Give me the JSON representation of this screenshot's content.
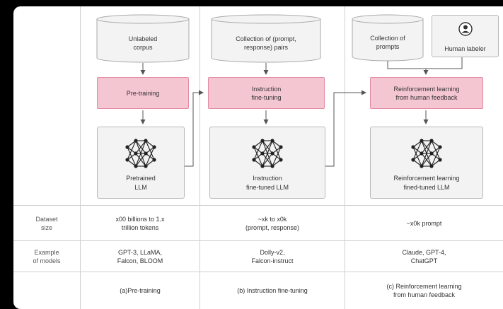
{
  "columns": [
    {
      "source": "Unlabeled\ncorpus",
      "process": "Pre-training",
      "model": "Pretrained\nLLM",
      "dataset_size": "x00 billions to 1.x\ntrillion tokens",
      "examples": "GPT-3, LLaMA,\nFalcon, BLOOM",
      "caption": "(a)Pre-training"
    },
    {
      "source": "Collection of (prompt,\nresponse) pairs",
      "process": "Instruction\nfine-tuning",
      "model": "Instruction\nfine-tuned LLM",
      "dataset_size": "~xk to x0k\n(prompt, response)",
      "examples": "Dolly-v2,\nFalcon-instruct",
      "caption": "(b) Instruction fine-tuning"
    },
    {
      "source": "Collection of\nprompts",
      "labeler": "Human labeler",
      "process": "Reinforcement learning\nfrom human feedback",
      "model": "Reinforcement learning\nfined-tuned LLM",
      "dataset_size": "~x0k prompt",
      "examples": "Claude, GPT-4,\nChatGPT",
      "caption": "(c) Reinforcement learning\nfrom human feedback"
    }
  ],
  "row_headers": {
    "dataset_size": "Dataset\nsize",
    "examples": "Example\nof models"
  },
  "icons": {
    "network": "neural-network-icon",
    "person": "person-icon"
  },
  "colors": {
    "process_fill": "#f4c6d2",
    "process_border": "#e38aa3",
    "model_fill": "#f3f3f3"
  }
}
